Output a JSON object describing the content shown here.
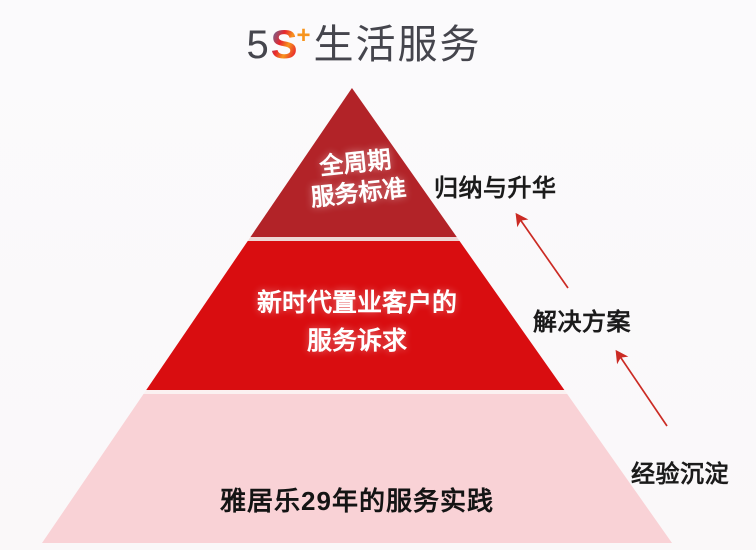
{
  "logo": {
    "digit": "5",
    "letter_s": "S",
    "plus": "+",
    "suffix": "生活服务"
  },
  "pyramid": {
    "tiers": [
      {
        "name": "top",
        "lines": [
          "全周期",
          "服务标准"
        ],
        "color": "#b22328",
        "text_color": "#ffffff"
      },
      {
        "name": "middle",
        "lines": [
          "新时代置业客户的",
          "服务诉求"
        ],
        "color": "#d90d10",
        "text_color": "#ffffff"
      },
      {
        "name": "bottom",
        "lines": [
          "雅居乐29年的服务实践"
        ],
        "color": "#f9d2d6",
        "text_color": "#141414"
      }
    ]
  },
  "annotations": [
    {
      "text": "归纳与升华"
    },
    {
      "text": "解决方案"
    },
    {
      "text": "经验沉淀"
    }
  ],
  "colors": {
    "arrow": "#cb2b24",
    "background": "#fbfafb",
    "logo_text": "#45454d",
    "logo_plus": "#f7941d"
  }
}
